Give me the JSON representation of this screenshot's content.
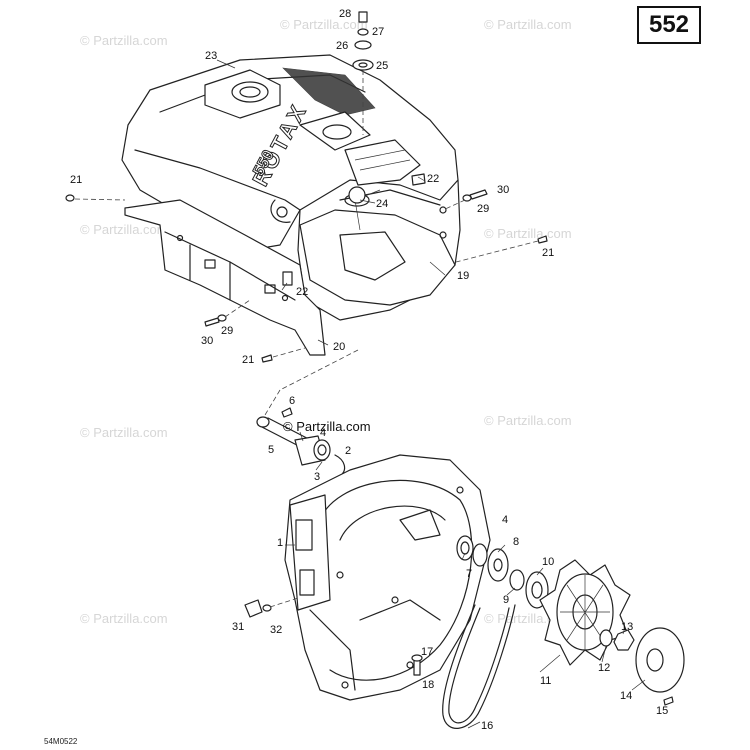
{
  "page_number": "552",
  "drawing_code": "54M0522",
  "watermark": "© Partzilla.com",
  "engine_badge": {
    "brand": "ROTAX",
    "model": "550"
  },
  "callouts": {
    "c1": "1",
    "c2": "2",
    "c3": "3",
    "c4a": "4",
    "c4b": "4",
    "c5": "5",
    "c6": "6",
    "c7": "7",
    "c8": "8",
    "c9": "9",
    "c10": "10",
    "c11": "11",
    "c12": "12",
    "c13": "13",
    "c14": "14",
    "c15": "15",
    "c16": "16",
    "c17": "17",
    "c18": "18",
    "c19": "19",
    "c20": "20",
    "c21a": "21",
    "c21b": "21",
    "c21c": "21",
    "c22a": "22",
    "c22b": "22",
    "c23": "23",
    "c24": "24",
    "c25": "25",
    "c26": "26",
    "c27": "27",
    "c28": "28",
    "c29a": "29",
    "c29b": "29",
    "c30a": "30",
    "c30b": "30",
    "c31": "31",
    "c32": "32"
  }
}
